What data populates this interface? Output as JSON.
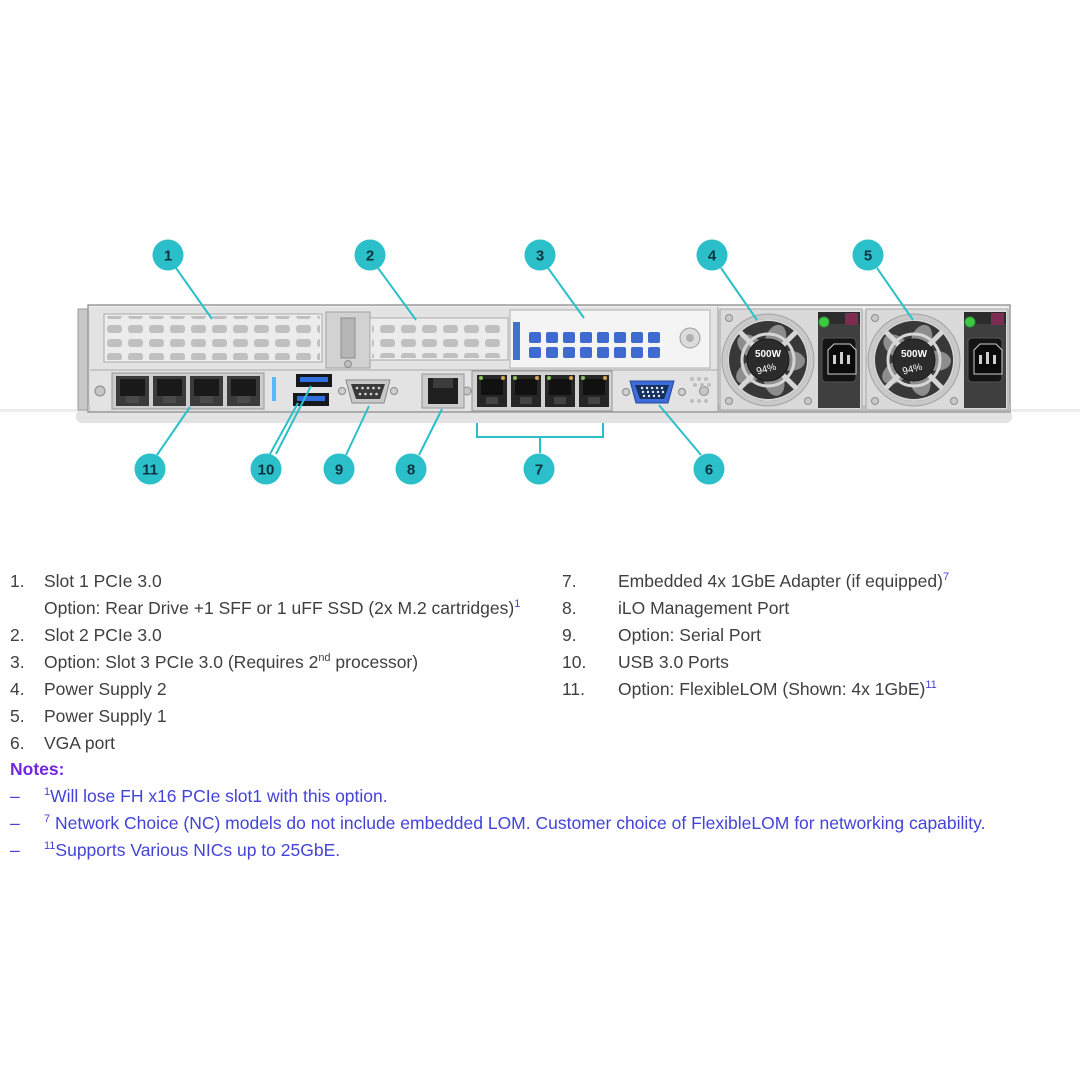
{
  "diagram": {
    "callouts": [
      {
        "label": "1"
      },
      {
        "label": "2"
      },
      {
        "label": "3"
      },
      {
        "label": "4"
      },
      {
        "label": "5"
      },
      {
        "label": "6"
      },
      {
        "label": "7"
      },
      {
        "label": "8"
      },
      {
        "label": "9"
      },
      {
        "label": "10"
      },
      {
        "label": "11"
      }
    ],
    "psu": {
      "wattage": "500W",
      "efficiency": "94%"
    }
  },
  "legend": {
    "left": [
      {
        "num": "1.",
        "line1": "Slot 1 PCIe 3.0",
        "line2": "Option: Rear Drive +1 SFF or 1 uFF SSD (2x M.2 cartridges)",
        "line2_sup": "1"
      },
      {
        "num": "2.",
        "text": "Slot 2 PCIe 3.0"
      },
      {
        "num": "3.",
        "text_pre": "Option: Slot 3 PCIe 3.0 (Requires 2",
        "sup": "nd",
        "text_post": " processor)"
      },
      {
        "num": "4.",
        "text": "Power Supply 2"
      },
      {
        "num": "5.",
        "text": "Power Supply 1"
      },
      {
        "num": "6.",
        "text": "VGA port"
      }
    ],
    "right": [
      {
        "num": "7.",
        "text": "Embedded 4x 1GbE Adapter (if equipped)",
        "sup": "7"
      },
      {
        "num": "8.",
        "text": "iLO Management Port"
      },
      {
        "num": "9.",
        "text": "Option: Serial Port"
      },
      {
        "num": "10.",
        "text": "USB 3.0 Ports"
      },
      {
        "num": "11.",
        "text": "Option: FlexibleLOM (Shown: 4x 1GbE)",
        "sup": "11"
      }
    ]
  },
  "notes": {
    "header": "Notes:",
    "items": [
      {
        "dash": "–",
        "sup": "1",
        "text": "Will lose FH x16 PCIe slot1 with this option."
      },
      {
        "dash": "–",
        "sup": "7",
        "text": " Network Choice (NC) models do not include embedded LOM. Customer choice of FlexibleLOM for networking capability."
      },
      {
        "dash": "–",
        "sup": "11",
        "text": "Supports Various NICs up to 25GbE."
      }
    ]
  },
  "colors": {
    "callout_teal": "#2BC0C9",
    "note_blue": "#4343D9",
    "notes_header_purple": "#7326E0",
    "legend_text": "#3F3F3F"
  }
}
